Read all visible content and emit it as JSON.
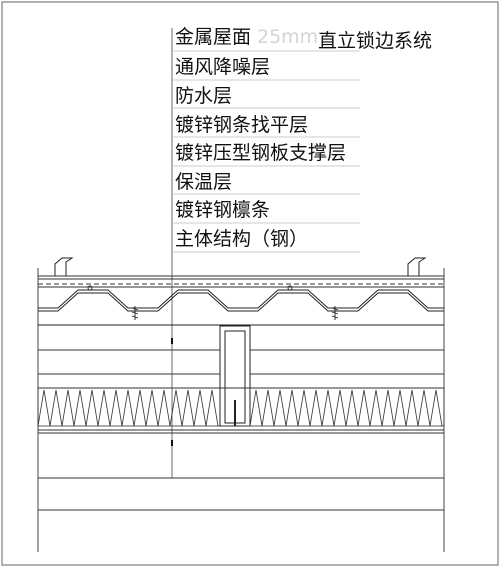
{
  "layers": [
    {
      "label": "金属屋面",
      "tail": "直立锁边系统"
    },
    {
      "label": "通风降噪层"
    },
    {
      "label": "防水层"
    },
    {
      "label": "镀锌钢条找平层"
    },
    {
      "label": "镀锌压型钢板支撑层"
    },
    {
      "label": "保温层"
    },
    {
      "label": "镀锌钢檩条"
    },
    {
      "label": "主体结构（钢）"
    }
  ],
  "ghost_text": "25mm",
  "colors": {
    "line": "#333333",
    "light_line": "#bbbbbb",
    "frame": "#999999"
  }
}
